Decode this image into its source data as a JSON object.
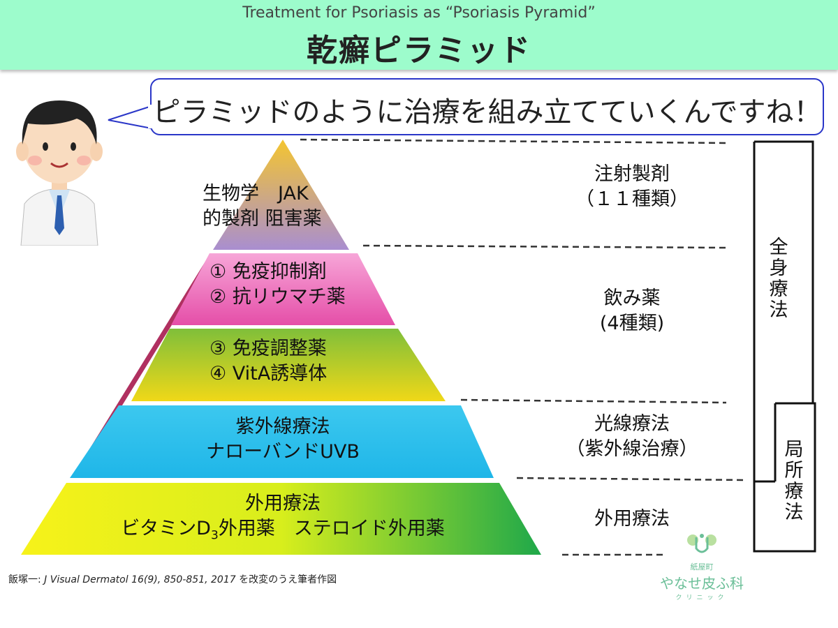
{
  "header": {
    "subtitle": "Treatment for Psoriasis as “Psoriasis Pyramid”",
    "title": "乾癬ピラミッド"
  },
  "speech_bubble": "ピラミッドのように治療を組み立てていくんですね！",
  "pyramid": {
    "layers": [
      {
        "lines": [
          "生物学　JAK",
          "的製剤  阻害薬"
        ],
        "category": [
          "注射製剤",
          "（１１種類）"
        ]
      },
      {
        "lines": [
          "① 免疫抑制剤",
          "② 抗リウマチ薬"
        ],
        "category": [
          "飲み薬",
          "(4種類)"
        ]
      },
      {
        "lines": [
          "③ 免疫調整薬",
          "④ VitA誘導体"
        ]
      },
      {
        "lines": [
          "紫外線療法",
          "ナローバンドUVB"
        ],
        "category": [
          "光線療法",
          "（紫外線治療）"
        ]
      },
      {
        "lines": [
          "外用療法",
          "ビタミンD",
          "3",
          "外用薬　ステロイド外用薬"
        ],
        "category": [
          "外用療法"
        ]
      }
    ]
  },
  "brackets": {
    "systemic": "全身療法",
    "local": "局所療法"
  },
  "citation": {
    "author": "飯塚一:",
    "journal": "J Visual Dermatol 16(9), 850-851, 2017",
    "suffix": "を改変のうえ筆者作図"
  },
  "logo": {
    "top": "紙屋町",
    "name": "やなせ皮ふ科",
    "bottom": "クリニック"
  },
  "colors": {
    "header_bg": "#9dfccc",
    "bubble_border": "#2a36c8"
  }
}
